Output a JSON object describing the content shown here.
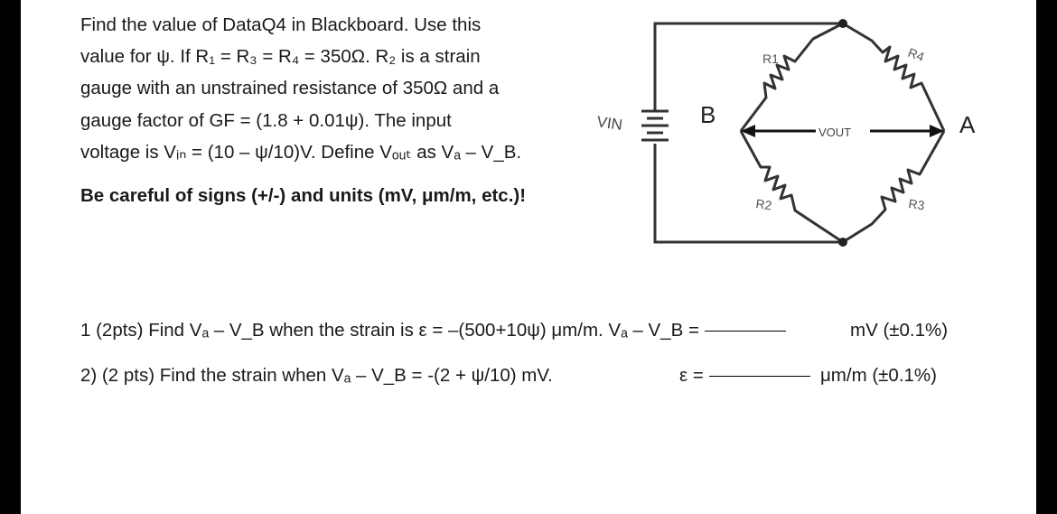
{
  "problem": {
    "lines": [
      "Find the value of DataQ4 in Blackboard.  Use this",
      "value for ψ. If R₁ = R₃ =  R₄ = 350Ω.  R₂ is a strain",
      "gauge with an unstrained resistance of 350Ω and a",
      "gauge factor of GF = (1.8 + 0.01ψ).  The input",
      "voltage is Vᵢₙ = (10 – ψ/10)V.  Define Vₒᵤₜ as Vₐ – V_B."
    ],
    "warning": "Be careful of signs (+/-) and units (mV, μm/m, etc.)!"
  },
  "circuit": {
    "vin_label": "VIN",
    "node_b": "B",
    "node_a": "A",
    "vout_label": "VOUT",
    "r1_label": "R1",
    "r2_label": "R2",
    "r3_label": "R3",
    "r4_label": "R4"
  },
  "questions": {
    "q1_text": "1 (2pts) Find Vₐ – V_B when the strain is ε = –(500+10ψ) μm/m.  Vₐ – V_B = ",
    "q1_unit": "mV (±0.1%)",
    "q2_text": "2) (2 pts) Find the strain when Vₐ – V_B = -(2 + ψ/10) mV.",
    "q2_eps": "ε = ",
    "q2_unit": "μm/m (±0.1%)"
  }
}
